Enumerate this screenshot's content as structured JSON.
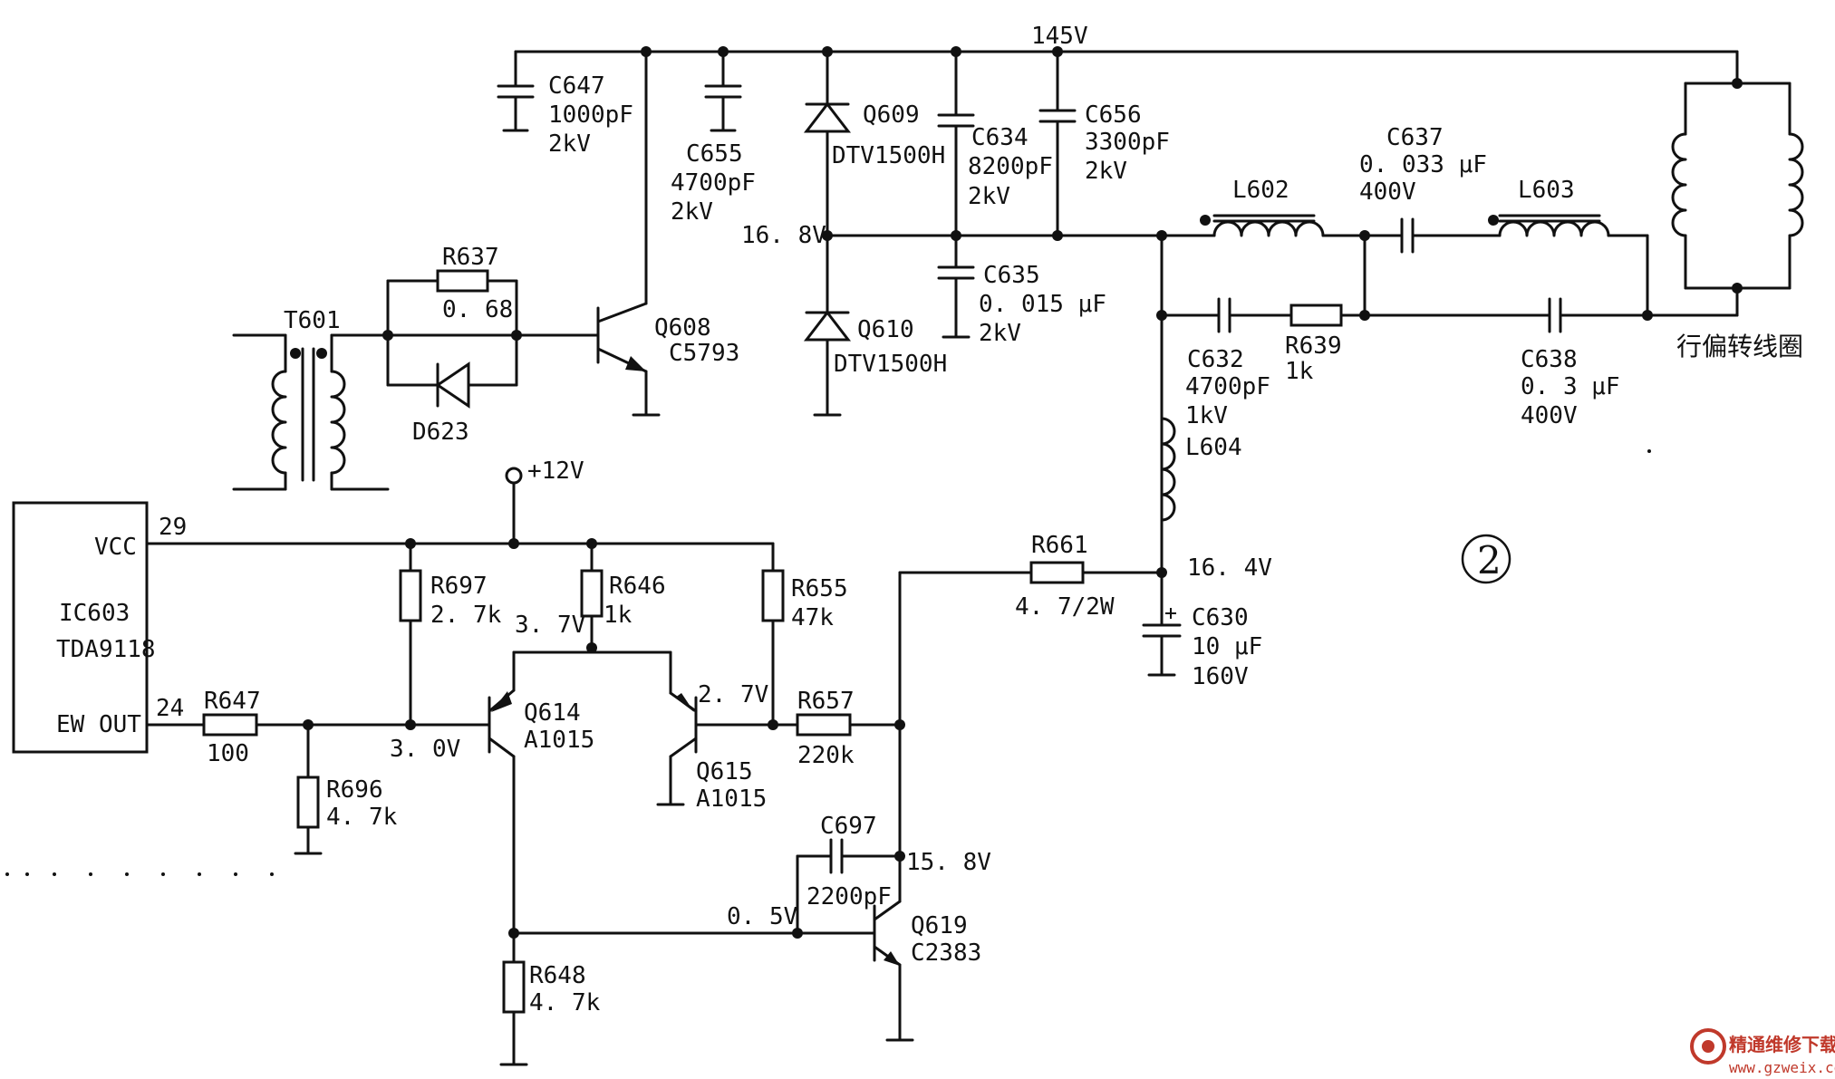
{
  "labels": {
    "v145": "145V",
    "c647": "C647",
    "c647_val": "1000pF",
    "c647_v": "2kV",
    "c655": "C655",
    "c655_val": "4700pF",
    "c655_v": "2kV",
    "q609": "Q609",
    "q609_type": "DTV1500H",
    "q610": "Q610",
    "q610_type": "DTV1500H",
    "c634": "C634",
    "c634_val": "8200pF",
    "c634_v": "2kV",
    "c656": "C656",
    "c656_val": "3300pF",
    "c656_v": "2kV",
    "v168": "16. 8V",
    "c635": "C635",
    "c635_val": "0. 015 μF",
    "c635_v": "2kV",
    "l602": "L602",
    "c637": "C637",
    "c637_val": "0. 033 μF",
    "c637_v": "400V",
    "l603": "L603",
    "c632": "C632",
    "c632_val": "4700pF",
    "c632_v": "1kV",
    "r639": "R639",
    "r639_val": "1k",
    "c638": "C638",
    "c638_val": "0. 3 μF",
    "c638_v": "400V",
    "coil": "行偏转线圈",
    "l604": "L604",
    "t601": "T601",
    "r637": "R637",
    "r637_val": "0. 68",
    "d623": "D623",
    "q608": "Q608",
    "q608_type": "C5793",
    "v12": "+12V",
    "vcc": "VCC",
    "pin29": "29",
    "ic": "IC603",
    "ic_type": "TDA9118",
    "ewout": "EW OUT",
    "pin24": "24",
    "r647": "R647",
    "r647_val": "100",
    "r696": "R696",
    "r696_val": "4. 7k",
    "r697": "R697",
    "r697_val": "2. 7k",
    "v30": "3. 0V",
    "r646": "R646",
    "r646_val": "1k",
    "v37": "3. 7V",
    "q614": "Q614",
    "q614_type": "A1015",
    "r655": "R655",
    "r655_val": "47k",
    "v27": "2. 7V",
    "q615": "Q615",
    "q615_type": "A1015",
    "r657": "R657",
    "r657_val": "220k",
    "r661": "R661",
    "r661_val": "4. 7/2W",
    "v164": "16. 4V",
    "c630": "C630",
    "c630_val": "10 μF",
    "c630_v": "160V",
    "c697": "C697",
    "c697_val": "2200pF",
    "v158": "15. 8V",
    "v05": "0. 5V",
    "q619": "Q619",
    "q619_type": "C2383",
    "r648": "R648",
    "r648_val": "4. 7k",
    "fig": "②",
    "watermark": "精通维修下载",
    "watermark_url": "www.gzweix.com"
  },
  "colors": {
    "ink": "#111111",
    "watermark": "#c0392b",
    "paper": "#ffffff"
  }
}
